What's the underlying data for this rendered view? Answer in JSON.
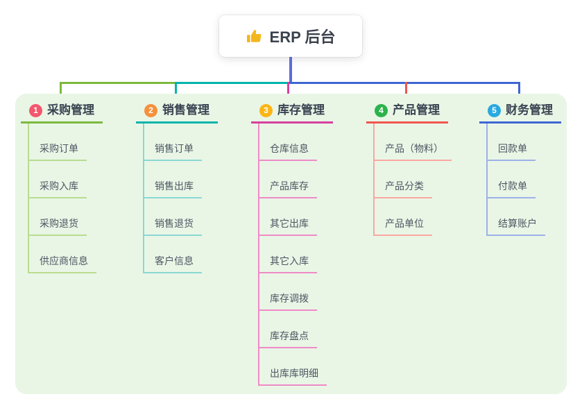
{
  "root": {
    "label": "ERP 后台",
    "icon": "thumbs-up",
    "icon_color": "#f3b71e",
    "stem_color": "#5b6cd8"
  },
  "panel": {
    "bg": "#e9f6e6"
  },
  "branches": [
    {
      "num": "1",
      "title": "采购管理",
      "badge_color": "#f4566d",
      "line_color": "#7cb93e",
      "light_color": "#b9dc90",
      "children": [
        "采购订单",
        "采购入库",
        "采购退货",
        "供应商信息"
      ]
    },
    {
      "num": "2",
      "title": "销售管理",
      "badge_color": "#f6903c",
      "line_color": "#00b4ab",
      "light_color": "#8ad8d2",
      "children": [
        "销售订单",
        "销售出库",
        "销售退货",
        "客户信息"
      ]
    },
    {
      "num": "3",
      "title": "库存管理",
      "badge_color": "#fbb515",
      "line_color": "#d63f9e",
      "light_color": "#ef8ac6",
      "children": [
        "仓库信息",
        "产品库存",
        "其它出库",
        "其它入库",
        "库存调拨",
        "库存盘点",
        "出库库明细"
      ]
    },
    {
      "num": "4",
      "title": "产品管理",
      "badge_color": "#2cb24c",
      "line_color": "#f2544d",
      "light_color": "#fba6a0",
      "children": [
        "产品（物料）",
        "产品分类",
        "产品单位"
      ]
    },
    {
      "num": "5",
      "title": "财务管理",
      "badge_color": "#29a9e1",
      "line_color": "#3e66d4",
      "light_color": "#9cb1e7",
      "children": [
        "回款单",
        "付款单",
        "结算账户"
      ]
    }
  ]
}
